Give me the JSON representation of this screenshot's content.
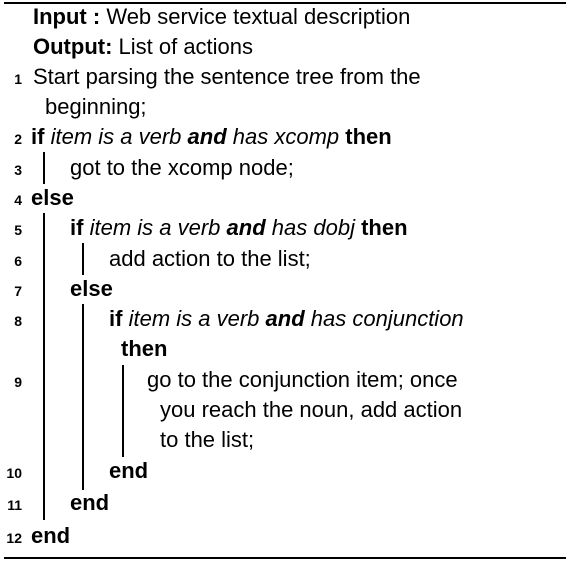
{
  "header": {
    "input_label": "Input",
    "input_sep": " : ",
    "input_text": "Web service textual description",
    "output_label": "Output:",
    "output_text": " List of actions"
  },
  "kw": {
    "if": "if",
    "and": "and",
    "then": "then",
    "else": "else",
    "end": "end"
  },
  "lines": {
    "n1": "1",
    "n2": "2",
    "n3": "3",
    "n4": "4",
    "n5": "5",
    "n6": "6",
    "n7": "7",
    "n8": "8",
    "n9": "9",
    "n10": "10",
    "n11": "11",
    "n12": "12",
    "l1a": "Start parsing the sentence tree from the",
    "l1b": "beginning;",
    "l2_c1": "item is a verb",
    "l2_c2": "has xcomp",
    "l3": "got to the xcomp node;",
    "l5_c1": "item is a verb",
    "l5_c2": "has dobj",
    "l6": "add action to the list;",
    "l8_c1": "item is a verb",
    "l8_c2": "has conjunction",
    "l9a": "go to the conjunction item; once",
    "l9b": "you reach the noun, add action",
    "l9c": "to the list;"
  }
}
